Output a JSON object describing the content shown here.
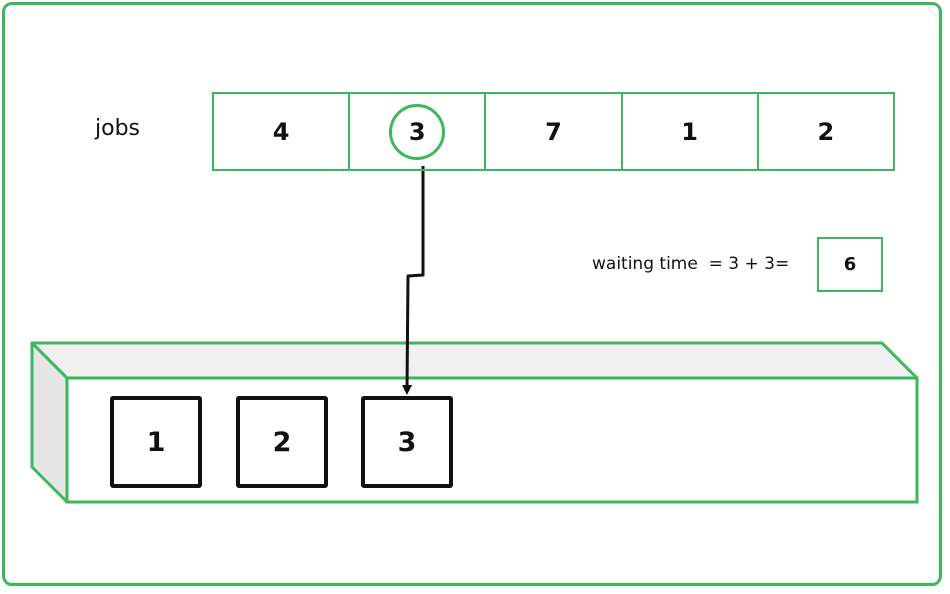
{
  "jobs": {
    "label": "jobs",
    "values": [
      "4",
      "3",
      "7",
      "1",
      "2"
    ],
    "selected_index": 1
  },
  "waiting": {
    "label": "waiting time  = 3 + 3=",
    "result": "6"
  },
  "queue": {
    "items": [
      "1",
      "2",
      "3"
    ]
  },
  "colors": {
    "accent": "#3bb85b",
    "ink": "#111111",
    "queue_top": "#f0f0f0",
    "queue_side": "#e6e6e6"
  }
}
